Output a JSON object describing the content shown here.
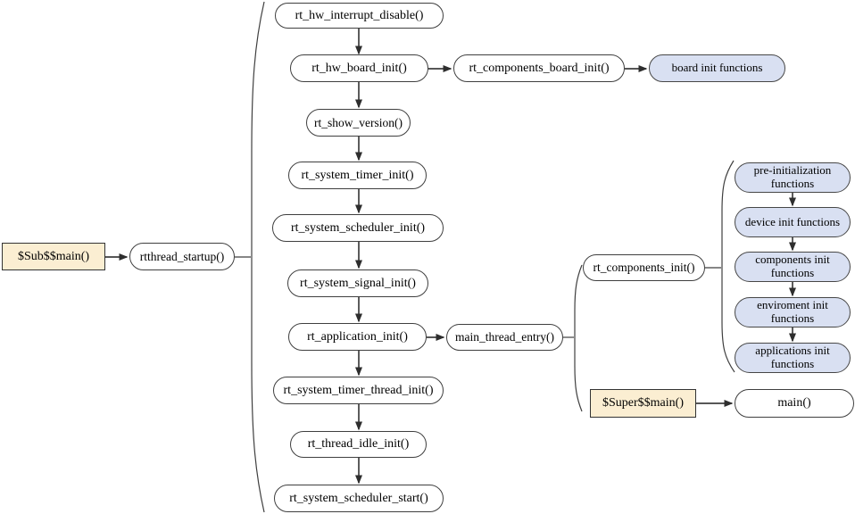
{
  "diagram_type": "flowchart",
  "nodes": {
    "sub_main": "$Sub$$main()",
    "rtthread_startup": "rtthread_startup()",
    "hw_interrupt_disable": "rt_hw_interrupt_disable()",
    "hw_board_init": "rt_hw_board_init()",
    "components_board_init": "rt_components_board_init()",
    "board_init_functions": "board init functions",
    "show_version": "rt_show_version()",
    "system_timer_init": "rt_system_timer_init()",
    "system_scheduler_init": "rt_system_scheduler_init()",
    "system_signal_init": "rt_system_signal_init()",
    "application_init": "rt_application_init()",
    "main_thread_entry": "main_thread_entry()",
    "system_timer_thread_init": "rt_system_timer_thread_init()",
    "thread_idle_init": "rt_thread_idle_init()",
    "system_scheduler_start": "rt_system_scheduler_start()",
    "components_init": "rt_components_init()",
    "pre_init_functions": "pre-initialization functions",
    "device_init_functions": "device init functions",
    "components_init_functions": "components init functions",
    "enviroment_init_functions": "enviroment init functions",
    "applications_init_functions": "applications init functions",
    "super_main": "$Super$$main()",
    "main": "main()"
  },
  "colors": {
    "node_fill_white": "#ffffff",
    "node_fill_blue": "#d9e0f2",
    "node_fill_yellow": "#fbeed2",
    "line": "#3f3f3f",
    "text": "#000000"
  }
}
